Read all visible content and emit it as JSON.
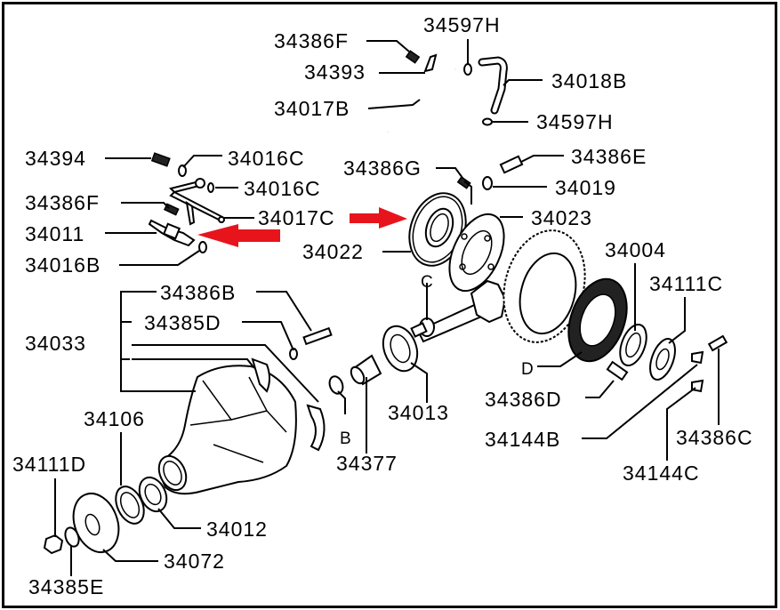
{
  "diagram": {
    "title": "Rear differential carrier exploded parts diagram",
    "highlight_color": "#e8141c",
    "line_color": "#000000",
    "callouts": {
      "p34386F_top": "34386F",
      "p34597H_top": "34597H",
      "p34393": "34393",
      "p34018B": "34018B",
      "p34017B": "34017B",
      "p34597H_bottom": "34597H",
      "p34394": "34394",
      "p34016C_a": "34016C",
      "p34386E": "34386E",
      "p34386G": "34386G",
      "p34016C_b": "34016C",
      "p34019": "34019",
      "p34386F_mid": "34386F",
      "p34017C": "34017C",
      "p34023": "34023",
      "p34011": "34011",
      "p34022": "34022",
      "p34016B": "34016B",
      "p34004": "34004",
      "p34386B": "34386B",
      "p34111C": "34111C",
      "p34385D": "34385D",
      "p34033": "34033",
      "p34386D": "34386D",
      "p34106": "34106",
      "p34013": "34013",
      "p34144B": "34144B",
      "p34386C": "34386C",
      "p34111D": "34111D",
      "p34377": "34377",
      "p34144C": "34144C",
      "p34012": "34012",
      "p34072": "34072",
      "p34385E": "34385E"
    },
    "reference_letters": {
      "B": "B",
      "C": "C",
      "D": "D"
    },
    "highlight_arrows": [
      {
        "name": "arrow-to-34011",
        "direction": "left",
        "points_to": "34011"
      },
      {
        "name": "arrow-to-34022",
        "direction": "right",
        "points_to": "34022"
      }
    ]
  }
}
